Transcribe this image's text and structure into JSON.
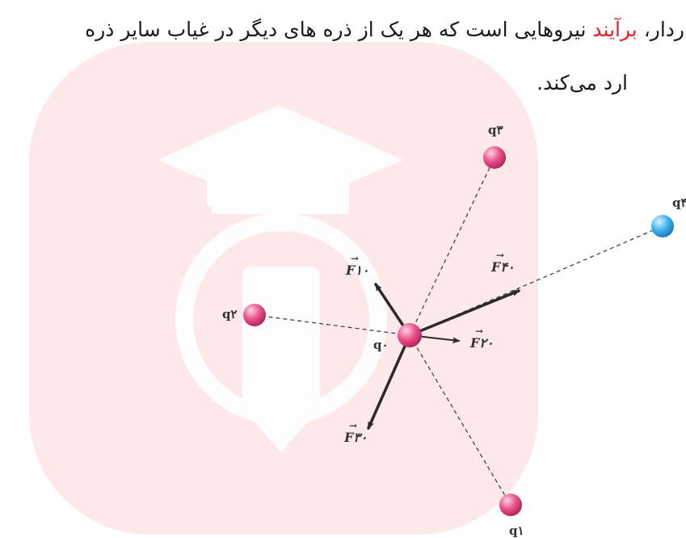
{
  "text": {
    "line1_before": "ردار، ",
    "line1_highlight": "برآیند",
    "line1_after": " نیروهایی است که هر یک از ذره های دیگر در غیاب سایر ذره",
    "line2": "ارد می‌کند."
  },
  "labels": {
    "q0": "q۰",
    "q1": "q۱",
    "q2": "q۲",
    "q3": "q۳",
    "q4": "q۴",
    "F10": "F۱۰",
    "F20": "F۲۰",
    "F30": "F۳۰",
    "F40": "F۴۰",
    "vector_arrow": "→"
  },
  "colors": {
    "text": "#1a1a1a",
    "highlight": "#e2202c",
    "charge_pink": "#e0457a",
    "charge_blue": "#3aa8e6",
    "force_arrow": "#2a2a2a",
    "dashed_line": "#444444",
    "watermark": "#fdeaea"
  }
}
